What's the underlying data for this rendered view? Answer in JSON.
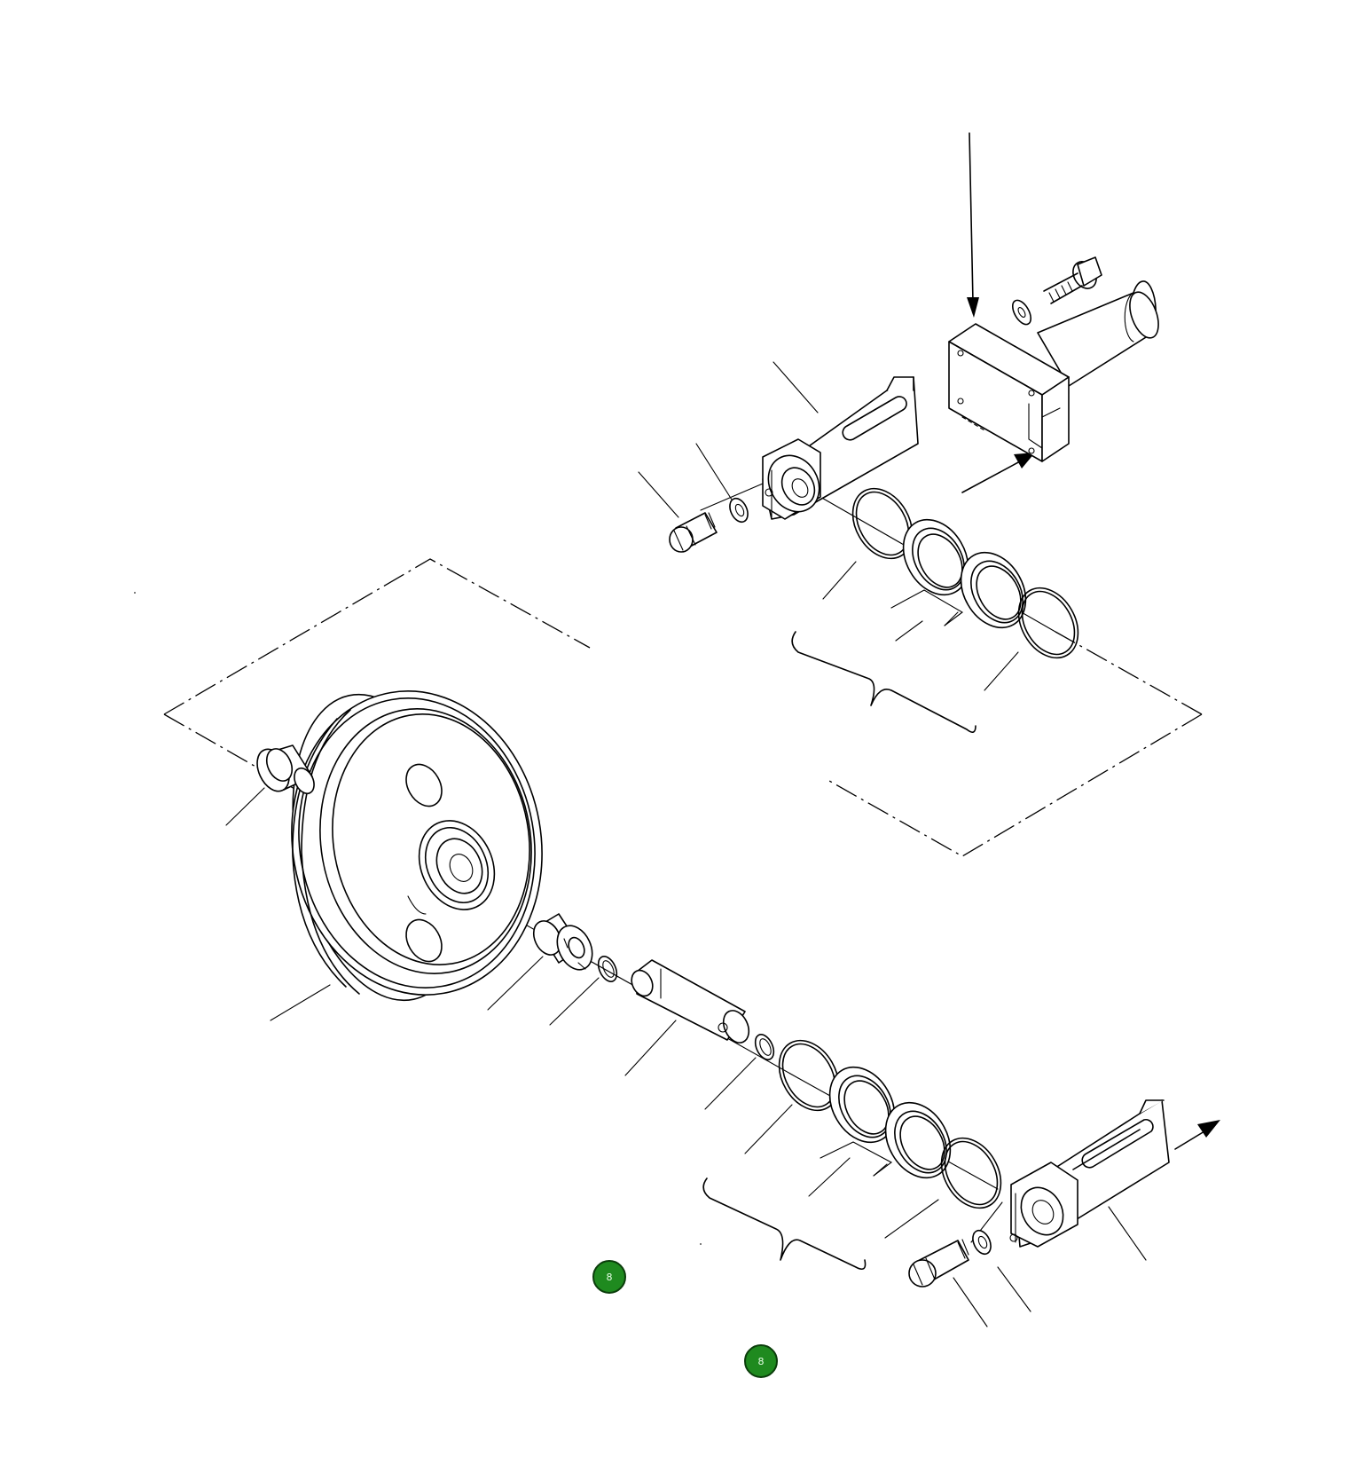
{
  "diagram": {
    "parts": [
      {
        "id": "idler-wheel",
        "icon": "idler-wheel-icon"
      },
      {
        "id": "bushing",
        "icon": "bushing-icon"
      },
      {
        "id": "idler-shaft",
        "icon": "shaft-icon"
      },
      {
        "id": "bearing-housing-upper",
        "icon": "bearing-housing-icon"
      },
      {
        "id": "bearing-housing-lower",
        "icon": "bearing-housing-icon"
      },
      {
        "id": "tension-cylinder-block",
        "icon": "cylinder-block-icon"
      },
      {
        "id": "seal-ring",
        "icon": "seal-ring-icon"
      },
      {
        "id": "floating-seal",
        "icon": "floating-seal-icon"
      },
      {
        "id": "o-ring",
        "icon": "o-ring-icon"
      },
      {
        "id": "bolt",
        "icon": "bolt-icon"
      },
      {
        "id": "washer",
        "icon": "washer-icon"
      }
    ],
    "hotspots": [
      {
        "label": "8",
        "color": "#1f8a1f"
      },
      {
        "label": "8",
        "color": "#1f8a1f"
      }
    ]
  }
}
